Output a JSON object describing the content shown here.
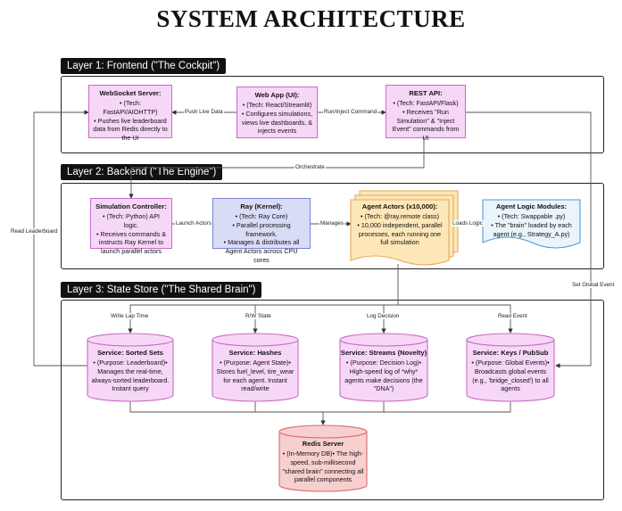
{
  "title": "SYSTEM ARCHITECTURE",
  "layers": {
    "frontend": "Layer 1: Frontend (\"The Cockpit\")",
    "backend": "Layer 2: Backend (\"The Engine\")",
    "store": "Layer 3: State Store (\"The Shared Brain\")"
  },
  "nodes": {
    "websocket": {
      "title": "WebSocket Server:",
      "lines": [
        "• (Tech: FastAPI/AIOHTTP)",
        "• Pushes live leaderboard data from Redis directly to the UI"
      ]
    },
    "webapp": {
      "title": "Web App (UI):",
      "lines": [
        "• (Tech: React/Streamlit)",
        "• Configures simulations, views live dashboards, & injects events"
      ]
    },
    "restapi": {
      "title": "REST API:",
      "lines": [
        "• (Tech: FastAPI/Flask)",
        "• Receives \"Run Simulation\" & \"Inject Event\" commands from UI"
      ]
    },
    "simcontroller": {
      "title": "Simulation Controller:",
      "lines": [
        "• (Tech: Python) API logic.",
        "• Receives commands & instructs Ray Kernel to launch parallel actors"
      ]
    },
    "ray": {
      "title": "Ray (Kernel):",
      "lines": [
        "• (Tech: Ray Core)",
        "• Parallel processing framework.",
        "• Manages & distributes all Agent Actors across CPU cores"
      ]
    },
    "actors": {
      "title": "Agent Actors (x10,000):",
      "lines": [
        "• (Tech: @ray.remote class)",
        "• 10,000 independent, parallel processes, each running one full simulation"
      ]
    },
    "logic": {
      "title": "Agent Logic Modules:",
      "lines": [
        "• (Tech: Swappable .py)",
        "• The \"brain\" loaded by each agent (e.g., Strategy_A.py)"
      ]
    },
    "sortedsets": {
      "title": "Service: Sorted Sets",
      "lines": [
        "• (Purpose: Leaderboard)",
        "• Manages the real-time, always-sorted leaderboard. Instant query"
      ]
    },
    "hashes": {
      "title": "Service: Hashes",
      "lines": [
        "• (Purpose: Agent State)",
        "• Stores fuel_level, tire_wear for each agent. Instant read/write"
      ]
    },
    "streams": {
      "title": "Service: Streams (Novelty)",
      "lines": [
        "• (Purpose: Decision Log)",
        "• High-speed log of *why* agents make decisions (the \"DNA\")"
      ]
    },
    "pubsub": {
      "title": "Service: Keys / PubSub",
      "lines": [
        "• (Purpose: Global Events)",
        "• Broadcasts global events (e.g., 'bridge_closed') to all agents"
      ]
    },
    "redis": {
      "title": "Redis Server",
      "lines": [
        "• (In-Memory DB)",
        "• The high-speed, sub-millisecond \"shared brain\" connecting all parallel components"
      ]
    }
  },
  "edges": {
    "push_live": "Push Live Data",
    "run_inject": "Run/Inject Command",
    "orchestrate": "Orchestrate",
    "launch_actors": "Launch Actors",
    "manages": "Manages",
    "loads_logic": "Loads Logic",
    "read_leaderboard": "Read Leaderboard",
    "set_global": "Set Global Event",
    "write_lap": "Write Lap Time",
    "rw_state": "R/W State",
    "log_decision": "Log Decision",
    "read_event": "Read Event"
  },
  "colors": {
    "pink_fill": "#f7d7f7",
    "pink_stroke": "#c96ac9",
    "blue_fill": "#d9dcf7",
    "blue_stroke": "#7a80d6",
    "yellow_fill": "#fde7b8",
    "yellow_stroke": "#e5a85a",
    "red_fill": "#f8cfcf",
    "red_stroke": "#d96a6a",
    "doc_fill": "#eaf4fb",
    "doc_stroke": "#4f9ad8"
  }
}
